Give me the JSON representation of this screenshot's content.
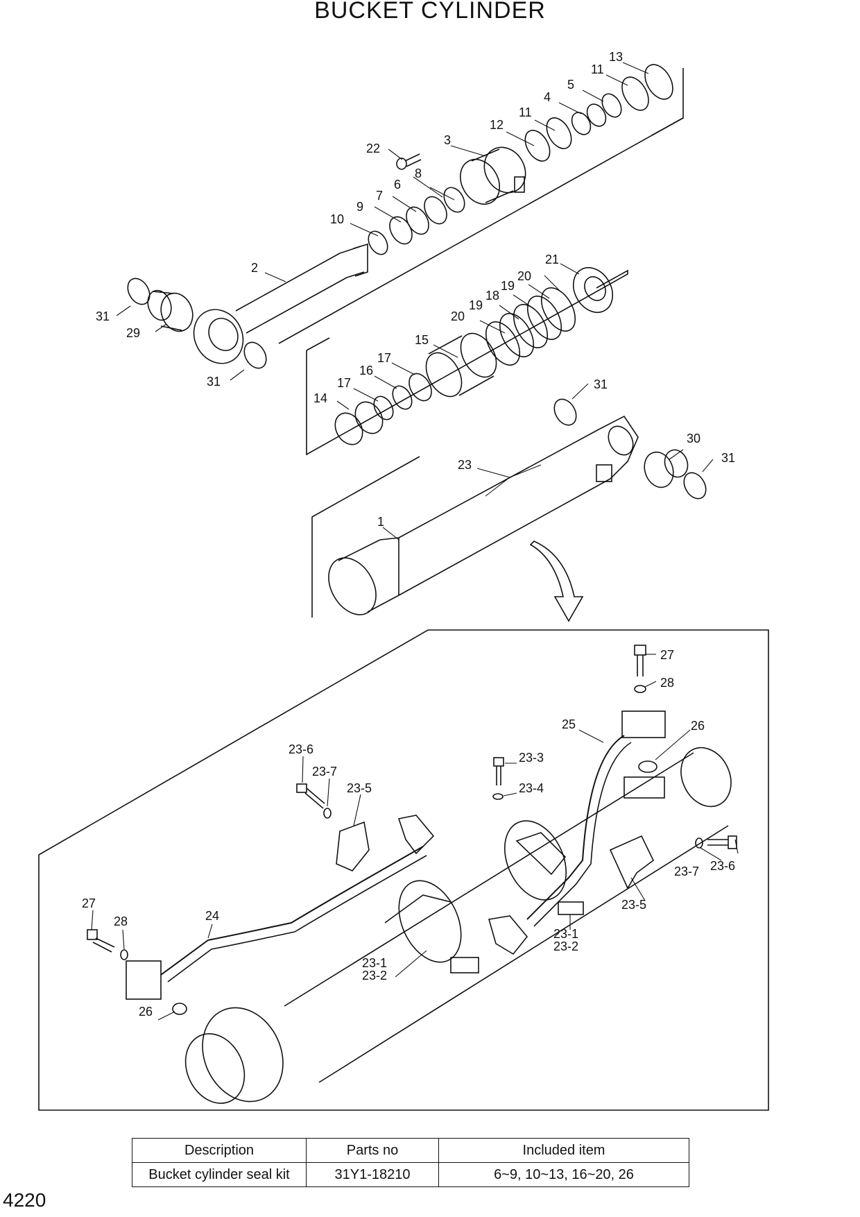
{
  "title": "BUCKET CYLINDER",
  "page_number": "4220",
  "callouts": {
    "c1": "1",
    "c2": "2",
    "c3": "3",
    "c4": "4",
    "c5": "5",
    "c6": "6",
    "c7": "7",
    "c8": "8",
    "c9": "9",
    "c10": "10",
    "c11a": "11",
    "c11b": "11",
    "c12": "12",
    "c13": "13",
    "c14": "14",
    "c15": "15",
    "c16": "16",
    "c17a": "17",
    "c17b": "17",
    "c18": "18",
    "c19a": "19",
    "c19b": "19",
    "c20a": "20",
    "c20b": "20",
    "c21": "21",
    "c22": "22",
    "c23": "23",
    "c29": "29",
    "c30": "30",
    "c31a": "31",
    "c31b": "31",
    "c31c": "31",
    "c31d": "31",
    "d27a": "27",
    "d28a": "28",
    "d25": "25",
    "d26a": "26",
    "d23_3": "23-3",
    "d23_4": "23-4",
    "d23_6a": "23-6",
    "d23_7a": "23-7",
    "d23_5a": "23-5",
    "d23_6b": "23-6",
    "d23_7b": "23-7",
    "d23_5b": "23-5",
    "d23_1a": "23-1",
    "d23_2a": "23-2",
    "d23_1b": "23-1",
    "d23_2b": "23-2",
    "d24": "24",
    "d27b": "27",
    "d28b": "28",
    "d26b": "26"
  },
  "table": {
    "headers": [
      "Description",
      "Parts no",
      "Included item"
    ],
    "rows": [
      [
        "Bucket cylinder seal kit",
        "31Y1-18210",
        "6~9, 10~13, 16~20, 26"
      ]
    ]
  }
}
